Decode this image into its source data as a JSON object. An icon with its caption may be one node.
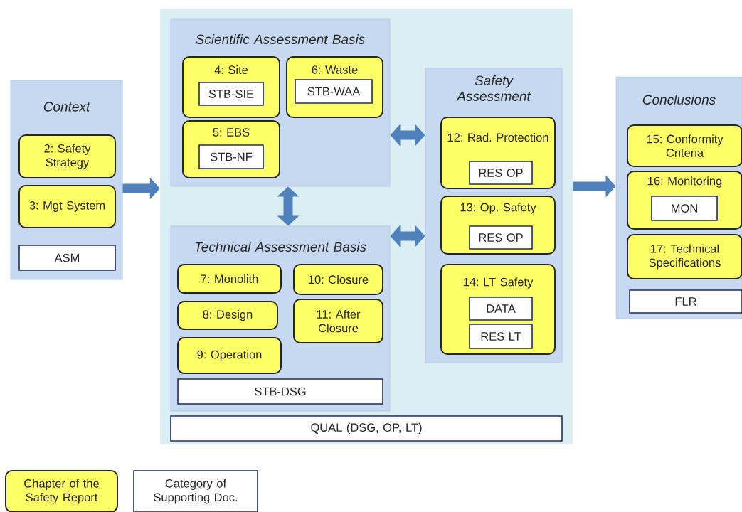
{
  "diagram": {
    "nodes": [
      {
        "text": [
          "Context"
        ]
      },
      {
        "text": [
          "2: Safety Strategy"
        ],
        "in": 0
      },
      {
        "text": [
          "3: Mgt System"
        ],
        "in": 0
      },
      {
        "text": [
          "ASM"
        ],
        "in": 0
      },
      {
        "text": [],
        "shape": "box"
      },
      {
        "text": [
          "Scientific Assessment Basis"
        ],
        "in": 4
      },
      {
        "text": [
          "4: Site"
        ],
        "in": 5
      },
      {
        "text": [
          "STB-SIE"
        ],
        "in": 6
      },
      {
        "text": [
          "6: Waste"
        ],
        "in": 5
      },
      {
        "text": [
          "STB-WAA"
        ],
        "in": 8
      },
      {
        "text": [
          "5: EBS"
        ],
        "in": 5
      },
      {
        "text": [
          "STB-NF"
        ],
        "in": 10
      },
      {
        "text": [
          "Technical Assessment Basis"
        ],
        "in": 4
      },
      {
        "text": [
          "7: Monolith"
        ],
        "in": 12
      },
      {
        "text": [
          "8: Design"
        ],
        "in": 12
      },
      {
        "text": [
          "9: Operation"
        ],
        "in": 12
      },
      {
        "text": [
          "10: Closure"
        ],
        "in": 12
      },
      {
        "text": [
          "11: After Closure"
        ],
        "in": 12
      },
      {
        "text": [
          "STB-DSG"
        ],
        "in": 12
      },
      {
        "text": [
          "Safety Assessment"
        ],
        "in": 4
      },
      {
        "text": [
          "12: Rad. Protection"
        ],
        "in": 19
      },
      {
        "text": [
          "RES OP"
        ],
        "in": 20
      },
      {
        "text": [
          "13: Op. Safety"
        ],
        "in": 19
      },
      {
        "text": [
          "RES OP"
        ],
        "in": 22
      },
      {
        "text": [
          "14: LT Safety"
        ],
        "in": 19
      },
      {
        "text": [
          "DATA"
        ],
        "in": 24
      },
      {
        "text": [
          "RES LT"
        ],
        "in": 24
      },
      {
        "text": [
          "QUAL (DSG, OP, LT)"
        ],
        "in": 4
      },
      {
        "text": [
          "Conclusions"
        ]
      },
      {
        "text": [
          "15: Conformity Criteria"
        ],
        "in": 28
      },
      {
        "text": [
          "16: Monitoring"
        ],
        "in": 28
      },
      {
        "text": [
          "MON"
        ],
        "in": 30
      },
      {
        "text": [
          "17: Technical Specifications"
        ],
        "in": 28
      },
      {
        "text": [
          "FLR"
        ],
        "in": 28
      }
    ],
    "edges": [
      {
        "from": 0,
        "to": 4,
        "arrow": "to"
      },
      {
        "from": 5,
        "to": 19,
        "arrow": "both"
      },
      {
        "from": 5,
        "to": 12,
        "arrow": "both"
      },
      {
        "from": 12,
        "to": 19,
        "arrow": "both"
      },
      {
        "from": 4,
        "to": 28,
        "arrow": "to"
      }
    ],
    "legend": [
      {
        "text": "Chapter of the Safety Report",
        "color": "#ffff66"
      },
      {
        "text": "Category of Supporting Doc."
      }
    ]
  }
}
